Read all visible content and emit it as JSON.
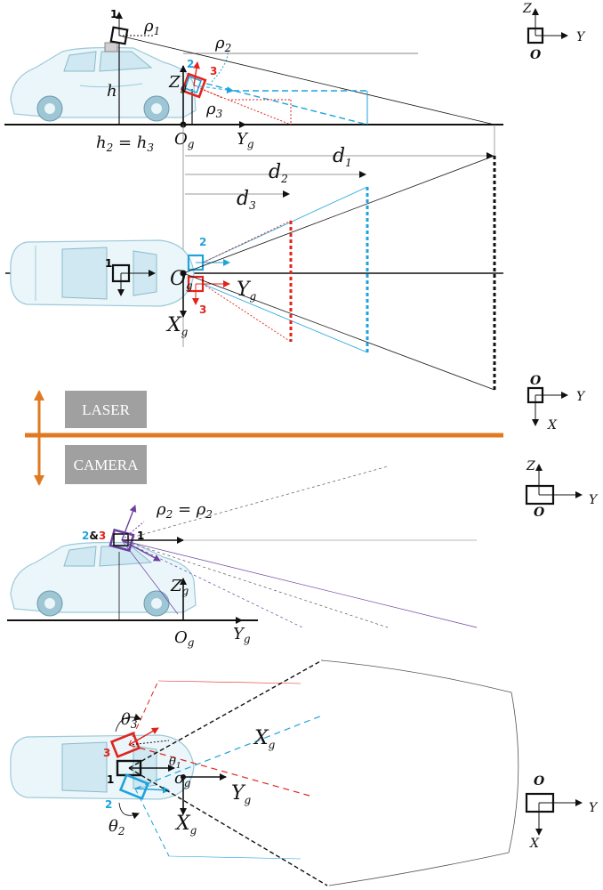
{
  "colors": {
    "sensor1": "#111111",
    "sensor2": "#1fa3dd",
    "sensor3": "#e0241c",
    "merged": "#6b3fa0",
    "divider": "#e07a22",
    "panel": "#a0a0a0"
  },
  "frames": {
    "side": {
      "o": "O",
      "z": "Z",
      "y": "Y"
    },
    "top": {
      "o": "O",
      "x": "X",
      "y": "Y"
    }
  },
  "panel1": {
    "sensor1": "1",
    "sensor2": "2",
    "sensor3": "3",
    "rho1": "ρ",
    "rho1_sub": "1",
    "rho2": "ρ",
    "rho2_sub": "2",
    "rho3": "ρ",
    "rho3_sub": "3",
    "h": "h",
    "h23": "h",
    "h23_sub1": "2",
    "h23_eq": " = h",
    "h23_sub2": "3",
    "zg": "Z",
    "zg_sub": "g",
    "og": "O",
    "og_sub": "g",
    "yg": "Y",
    "yg_sub": "g",
    "d1": "d",
    "d1_sub": "1",
    "d2": "d",
    "d2_sub": "2",
    "d3": "d",
    "d3_sub": "3"
  },
  "panel2": {
    "sensor1": "1",
    "sensor2": "2",
    "sensor3": "3",
    "og": "O",
    "og_sub": "g",
    "yg": "Y",
    "yg_sub": "g",
    "xg": "X",
    "xg_sub": "g"
  },
  "divider": {
    "laser": "LASER",
    "camera": "CAMERA"
  },
  "panel3": {
    "sensors23": "2",
    "amp": "&",
    "sensors23b": "3",
    "sensor1": "1",
    "rho_eq": "ρ",
    "rho_sub": "2",
    "rho_eq_mid": " = ρ",
    "rho_sub2": "2",
    "zg": "Z",
    "zg_sub": "g",
    "og": "O",
    "og_sub": "g",
    "yg": "Y",
    "yg_sub": "g"
  },
  "panel4": {
    "sensor1": "1",
    "sensor2": "2",
    "sensor3": "3",
    "theta3": "θ",
    "theta3_sub": "3",
    "theta2": "θ",
    "theta2_sub": "2",
    "theta1": "θ",
    "theta1_sub": "1",
    "xg_far": "X",
    "xg_far_sub": "g",
    "og": "o",
    "og_sub": "g",
    "yg": "Y",
    "yg_sub": "g",
    "xg": "X",
    "xg_sub": "g"
  }
}
